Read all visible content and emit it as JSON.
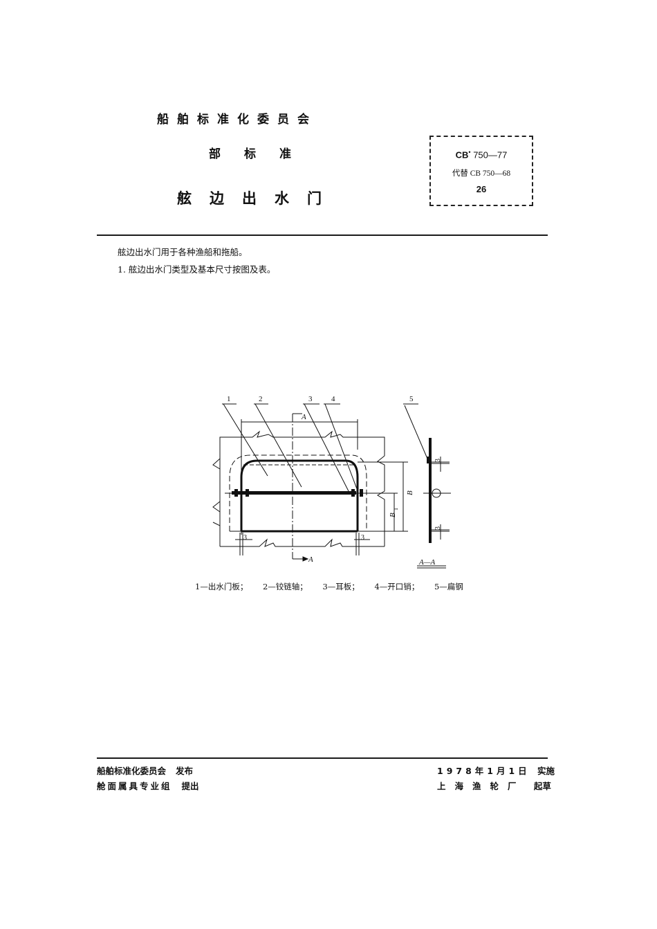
{
  "header": {
    "organization": "船舶标准化委员会",
    "standard_type": "部标准",
    "title": "舷边出水门"
  },
  "code_box": {
    "code_prefix": "CB",
    "code_mark": "•",
    "code_number": "750—77",
    "replaces": "代替 CB 750—68",
    "page_number": "26"
  },
  "body": {
    "intro": "舷边出水门用于各种渔船和拖船。",
    "clause_1": "1. 舷边出水门类型及基本尺寸按图及表。"
  },
  "figure": {
    "leader_labels": [
      "1",
      "2",
      "3",
      "4",
      "5"
    ],
    "section_mark": "A",
    "section_view_label": "A—A",
    "dimension_labels": {
      "B": "B",
      "B1": "B",
      "B1_sub": "1",
      "thickness": "3"
    },
    "legend": [
      "1—出水门板；",
      "2—铰链轴；",
      "3—耳板；",
      "4—开口销；",
      "5—扁钢"
    ]
  },
  "footer": {
    "left": {
      "issuer": "船舶标准化委员会",
      "issuer_action": "发布",
      "proposer": "舱面属具专业组",
      "proposer_action": "提出"
    },
    "right": {
      "effective_date": "1978年1月1日",
      "effective_action": "实施",
      "drafter": "上海渔轮厂",
      "drafter_action": "起草"
    }
  }
}
